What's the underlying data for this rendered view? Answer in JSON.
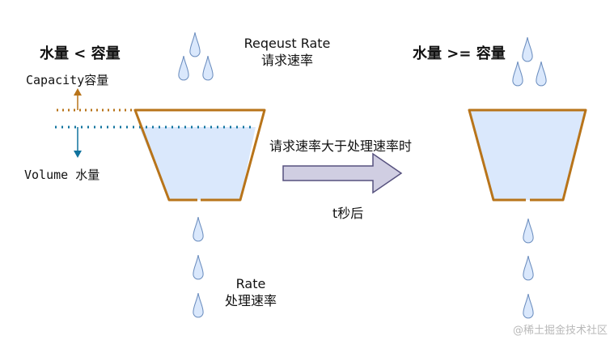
{
  "left_title": "水量 < 容量",
  "right_title": "水量 >= 容量",
  "capacity_label": "Capacity容量",
  "volume_label": "Volume 水量",
  "request_rate": {
    "line1": "Reqeust Rate",
    "line2": "请求速率"
  },
  "outflow_rate": {
    "line1": "Rate",
    "line2": "处理速率"
  },
  "condition_text": "请求速率大于处理速率时",
  "time_text": "t秒后",
  "watermark": "@稀土掘金技术社区",
  "colors": {
    "bucket_outline": "#b8741a",
    "water_fill": "#dae8fc",
    "drop_fill": "#dae8fc",
    "drop_stroke": "#6c8ebf",
    "capacity_arrow": "#b8741a",
    "volume_line": "#10739e",
    "arrow_fill": "#d0cee2",
    "arrow_stroke": "#56517e"
  }
}
